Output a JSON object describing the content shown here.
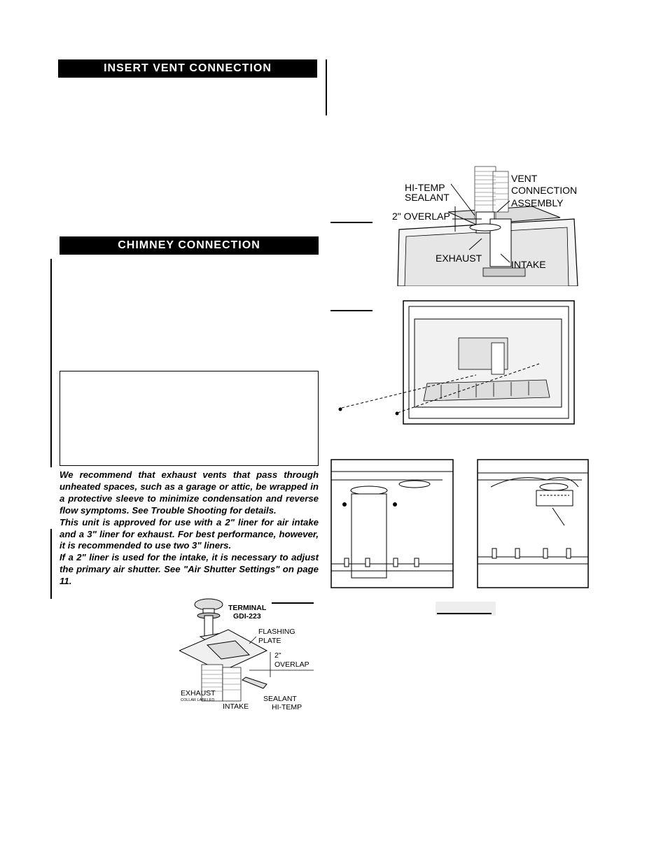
{
  "sections": {
    "insert_vent": {
      "title": "INSERT VENT CONNECTION"
    },
    "chimney": {
      "title": "CHIMNEY CONNECTION"
    }
  },
  "notes": {
    "para1": "We recommend that exhaust vents that pass through unheated spaces, such as a garage or attic, be wrapped in a protective sleeve to minimize condensation and reverse flow symptoms. See Trouble Shooting for details.",
    "para2": "This unit is approved for use with a 2\" liner for air intake and a 3\" liner for exhaust. For best performance, however, it is recommended to use two 3\" liners.",
    "para3": "If a 2\" liner is used for the intake, it is necessary to adjust the primary air shutter. See \"Air Shutter Settings\" on page 11."
  },
  "figure_vent_assembly": {
    "label_hitemp_1": "HI-TEMP",
    "label_hitemp_2": "SEALANT",
    "label_vent_1": "VENT",
    "label_vent_2": "CONNECTION",
    "label_vent_3": "ASSEMBLY",
    "label_overlap": "2\" OVERLAP",
    "label_exhaust": "EXHAUST",
    "label_intake": "INTAKE"
  },
  "figure_terminal": {
    "label_terminal": "TERMINAL",
    "label_model": "GDI-223",
    "label_flashing_1": "FLASHING",
    "label_flashing_2": "PLATE",
    "label_overlap_1": "2\"",
    "label_overlap_2": "OVERLAP",
    "label_exhaust": "EXHAUST",
    "label_collar": "COLLAR LABELED",
    "label_intake": "INTAKE",
    "label_sealant": "SEALANT",
    "label_hitemp": "HI-TEMP"
  }
}
